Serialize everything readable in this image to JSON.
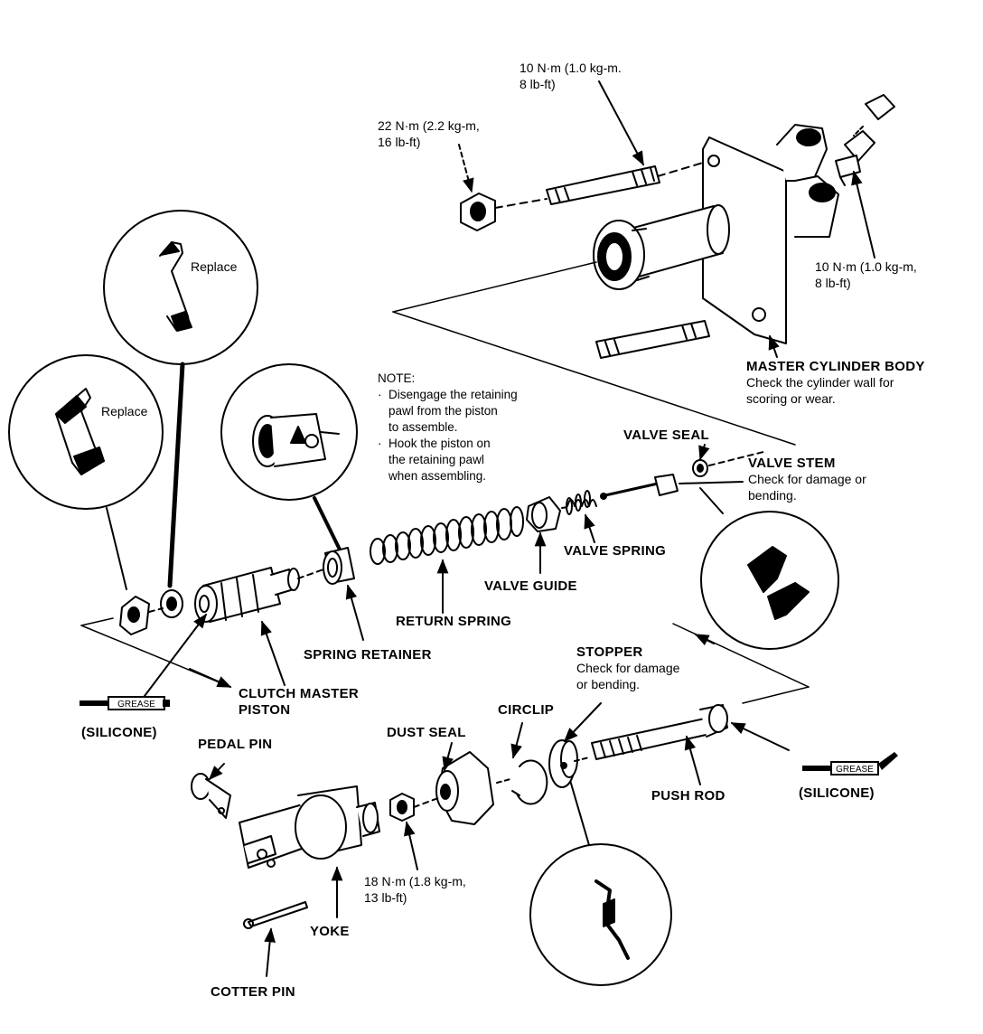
{
  "labels": {
    "torque_top_stud": [
      "10 N·m (1.0 kg-m.",
      "8 lb-ft)"
    ],
    "torque_nut": [
      "22 N·m (2.2 kg-m,",
      "16 lb-ft)"
    ],
    "torque_fitting": [
      "10 N·m (1.0 kg-m,",
      "8 lb-ft)"
    ],
    "master_cylinder_body": {
      "title": "MASTER CYLINDER BODY",
      "note": [
        "Check the cylinder wall for",
        "scoring or wear."
      ]
    },
    "replace": "Replace",
    "note": {
      "title": "NOTE:",
      "items": [
        [
          "Disengage the retaining",
          "pawl from the piston",
          "to assemble."
        ],
        [
          "Hook the piston on",
          "the retaining pawl",
          "when assembling."
        ]
      ]
    },
    "valve_seal": "VALVE SEAL",
    "valve_stem": {
      "title": "VALVE STEM",
      "note": [
        "Check for damage or",
        "bending."
      ]
    },
    "valve_spring": "VALVE SPRING",
    "valve_guide": "VALVE GUIDE",
    "return_spring": "RETURN SPRING",
    "spring_retainer": "SPRING RETAINER",
    "clutch_master_piston": [
      "CLUTCH MASTER",
      "PISTON"
    ],
    "stopper": {
      "title": "STOPPER",
      "note": [
        "Check for damage",
        "or bending."
      ]
    },
    "grease": "GREASE",
    "silicone": "(SILICONE)",
    "circlip": "CIRCLIP",
    "dust_seal": "DUST SEAL",
    "pedal_pin": "PEDAL PIN",
    "push_rod": "PUSH ROD",
    "torque_locknut": [
      "18 N·m (1.8 kg-m,",
      "13 lb-ft)"
    ],
    "yoke": "YOKE",
    "cotter_pin": "COTTER PIN"
  }
}
